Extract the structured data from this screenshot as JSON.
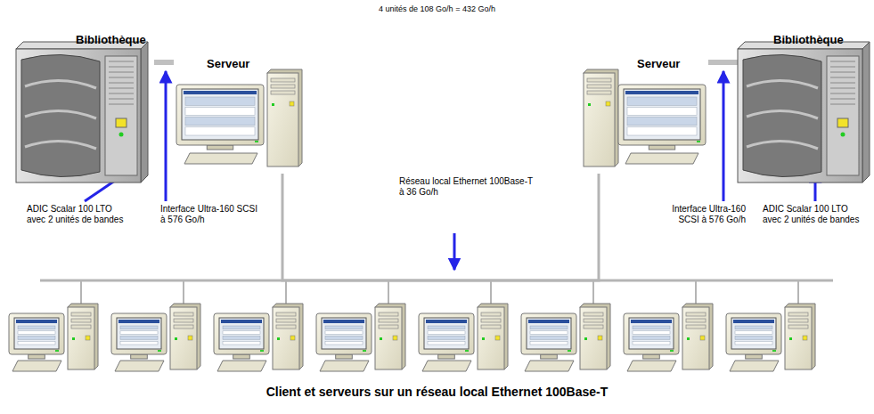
{
  "diagram": {
    "caption": "Client et serveurs sur un réseau local Ethernet 100Base-T",
    "nodes": [
      {
        "text": [
          "Bibliothèque"
        ]
      },
      {
        "text": [
          "Serveur"
        ]
      },
      {
        "text": [
          "Serveur"
        ]
      },
      {
        "text": [
          "Bibliothèque"
        ]
      }
    ],
    "edges": [
      {
        "from": 0,
        "to": 1,
        "arrow": "none"
      },
      {
        "from": 1,
        "to": 2,
        "arrow": "none"
      },
      {
        "from": 2,
        "to": 3,
        "arrow": "none"
      }
    ],
    "labels": [
      "4 unités de 108 Go/h = 432 Go/h",
      "ADIC Scalar 100 LTO avec 2 unités de bandes",
      "Interface Ultra-160 SCSI à 576 Go/h",
      "Réseau local Ethernet 100Base-T à 36 Go/h",
      "Interface Ultra-160 SCSI à 576 Go/h",
      "ADIC Scalar 100 LTO avec 2 unités de bandes"
    ]
  }
}
